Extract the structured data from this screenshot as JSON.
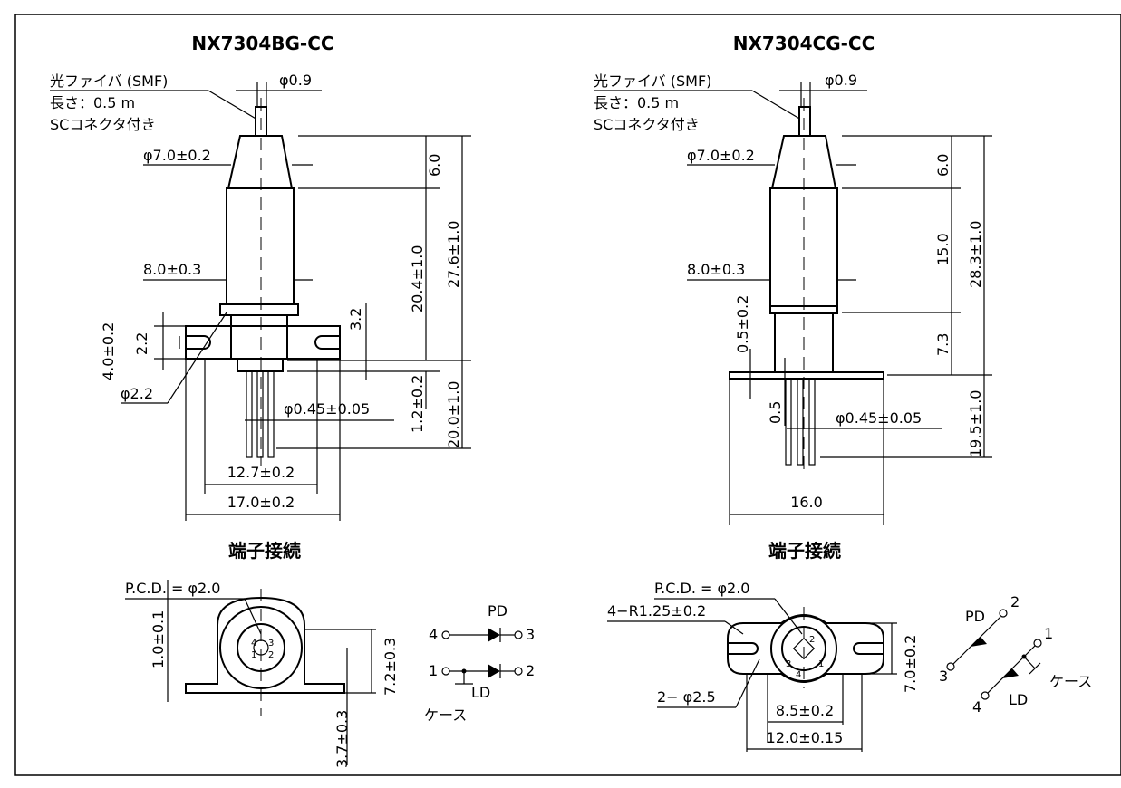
{
  "left": {
    "title": "NX7304BG-CC",
    "fiber": [
      "光ファイバ (SMF)",
      "長さ：0.5 m",
      "SCコネクタ付き"
    ],
    "dims": {
      "fiber_dia": "φ0.9",
      "body_top_dia": "φ7.0±0.2",
      "body_dia": "8.0±0.3",
      "flange_height": "4.0±0.2",
      "slot": "2.2",
      "hole": "φ2.2",
      "pin_dia": "φ0.45±0.05",
      "hole_pitch": "12.7±0.2",
      "flange_width": "17.0±0.2",
      "taper_len": "6.0",
      "body_len": "20.4±1.0",
      "total_len": "27.6±1.0",
      "flange_off": "3.2",
      "pin_step": "1.2±0.2",
      "pin_len": "20.0±1.0"
    },
    "pin_title": "端子接続",
    "pin": {
      "pcd": "P.C.D. = φ2.0",
      "flange_t": "1.0±0.1",
      "height": "7.2±0.3",
      "offset": "3.7±0.3",
      "pin_nums": [
        "4",
        "3",
        "1",
        "2"
      ]
    },
    "circuit": {
      "pd": "PD",
      "ld": "LD",
      "case": "ケース",
      "n4": "4",
      "n3": "3",
      "n1": "1",
      "n2": "2"
    }
  },
  "right": {
    "title": "NX7304CG-CC",
    "fiber": [
      "光ファイバ (SMF)",
      "長さ：0.5 m",
      "SCコネクタ付き"
    ],
    "dims": {
      "fiber_dia": "φ0.9",
      "body_top_dia": "φ7.0±0.2",
      "body_dia": "8.0±0.3",
      "flange_t": "0.5±0.2",
      "pin_off": "0.5",
      "pin_dia": "φ0.45±0.05",
      "flange_width": "16.0",
      "taper_len": "6.0",
      "body_len": "15.0",
      "base_len": "7.3",
      "total_len": "28.3±1.0",
      "pin_len": "19.5±1.0"
    },
    "pin_title": "端子接続",
    "pin": {
      "pcd": "P.C.D. = φ2.0",
      "radius": "4−R1.25±0.2",
      "holes": "2− φ2.5",
      "height": "7.0±0.2",
      "pitch_in": "8.5±0.2",
      "pitch_out": "12.0±0.15",
      "pin_nums": [
        "2",
        "3",
        "1",
        "4"
      ]
    },
    "circuit": {
      "pd": "PD",
      "ld": "LD",
      "case": "ケース",
      "n2": "2",
      "n3": "3",
      "n1": "1",
      "n4": "4"
    }
  }
}
